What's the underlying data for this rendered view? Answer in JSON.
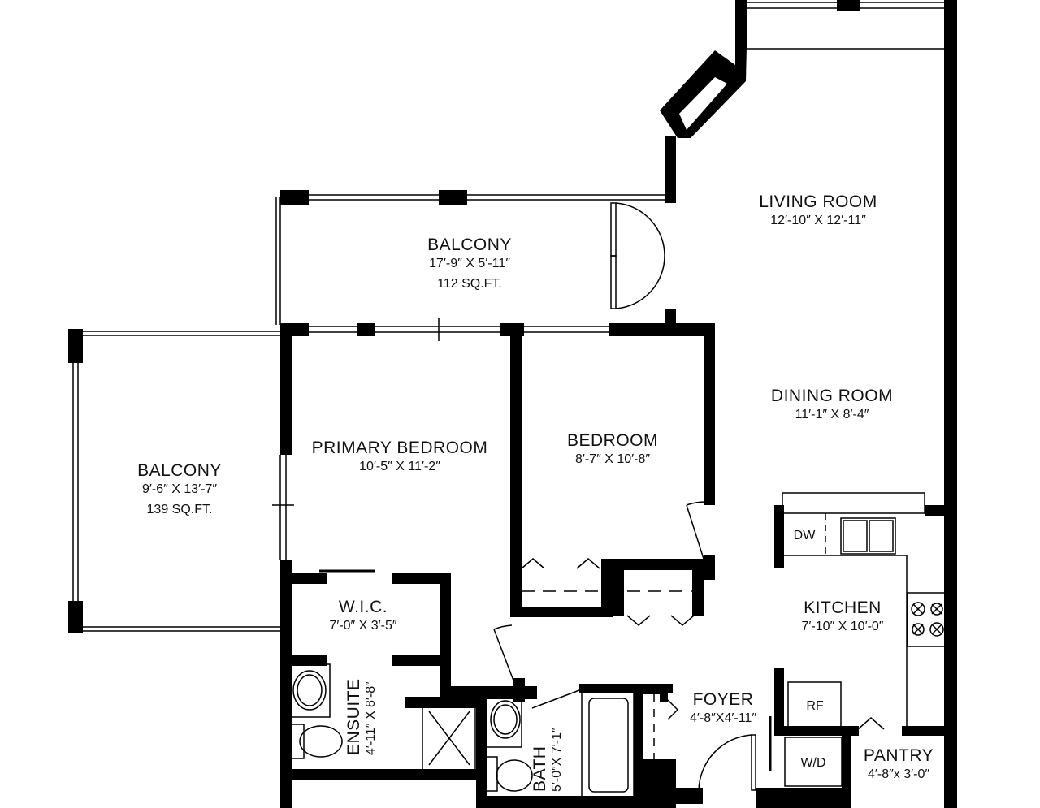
{
  "rooms": {
    "living": {
      "name": "LIVING ROOM",
      "dims": "12′-10″  X  12′-11″"
    },
    "dining": {
      "name": "DINING ROOM",
      "dims": "11′-1″   X   8′-4″"
    },
    "balcony_top": {
      "name": "BALCONY",
      "dims": "17′-9″  X  5′-11″",
      "area": "112 SQ.FT."
    },
    "balcony_left": {
      "name": "BALCONY",
      "dims": "9′-6″  X  13′-7″",
      "area": "139 SQ.FT."
    },
    "primary": {
      "name": "PRIMARY BEDROOM",
      "dims": "10′-5″  X  11′-2″"
    },
    "bedroom": {
      "name": "BEDROOM",
      "dims": "8′-7″  X  10′-8″"
    },
    "wic": {
      "name": "W.I.C.",
      "dims": "7′-0″   X   3′-5″"
    },
    "ensuite": {
      "name": "ENSUITE",
      "dims": "4′-11″ X 8′-8″"
    },
    "bath": {
      "name": "BATH",
      "dims": "5′-0″X 7′-1″"
    },
    "kitchen": {
      "name": "KITCHEN",
      "dims": "7′-10″ X 10′-0″"
    },
    "foyer": {
      "name": "FOYER",
      "dims": "4′-8″X4′-11″"
    },
    "pantry": {
      "name": "PANTRY",
      "dims": "4′-8″x 3′-0″"
    }
  },
  "appliances": {
    "dw": "DW",
    "rf": "RF",
    "wd": "W/D"
  }
}
